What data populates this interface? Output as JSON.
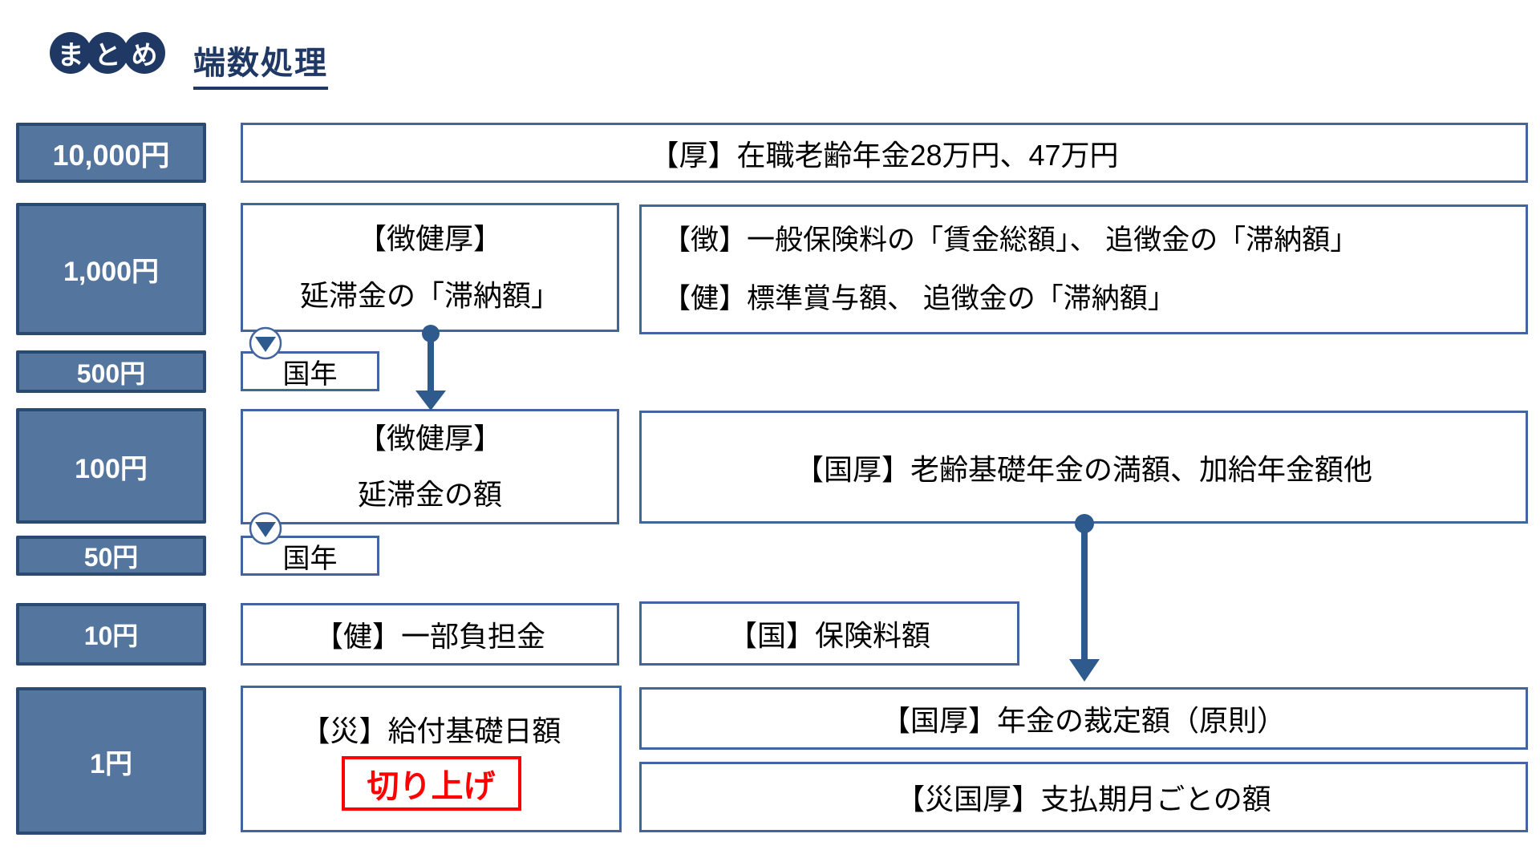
{
  "header": {
    "badge_chars": [
      "ま",
      "と",
      "め"
    ],
    "title": "端数処理"
  },
  "colors": {
    "navy": "#1f3864",
    "denom_fill": "#53759e",
    "denom_border": "#2b4a70",
    "rule_box_border": "#41659c",
    "arrow": "#2e5a8d",
    "stamp_red": "#ff0000"
  },
  "rows": {
    "r10000": {
      "label": "10,000円",
      "box1": "【厚】在職老齢年金28万円、47万円"
    },
    "r1000": {
      "label": "1,000円",
      "box1_line1": "【徴健厚】",
      "box1_line2": "延滞金の「滞納額」",
      "box2_line1": "【徴】一般保険料の「賃金総額」、 追徴金の「滞納額」",
      "box2_line2": "【健】標準賞与額、 追徴金の「滞納額」"
    },
    "r500": {
      "label": "500円",
      "box1": "国年"
    },
    "r100": {
      "label": "100円",
      "box1_line1": "【徴健厚】",
      "box1_line2": "延滞金の額",
      "box2": "【国厚】老齢基礎年金の満額、加給年金額他"
    },
    "r50": {
      "label": "50円",
      "box1": "国年"
    },
    "r10": {
      "label": "10円",
      "box1": "【健】一部負担金",
      "box2": "【国】保険料額"
    },
    "r1": {
      "label": "1円",
      "box1": "【災】給付基礎日額",
      "stamp": "切り上げ",
      "box2": "【国厚】年金の裁定額（原則）",
      "box3": "【災国厚】支払期月ごとの額"
    }
  }
}
